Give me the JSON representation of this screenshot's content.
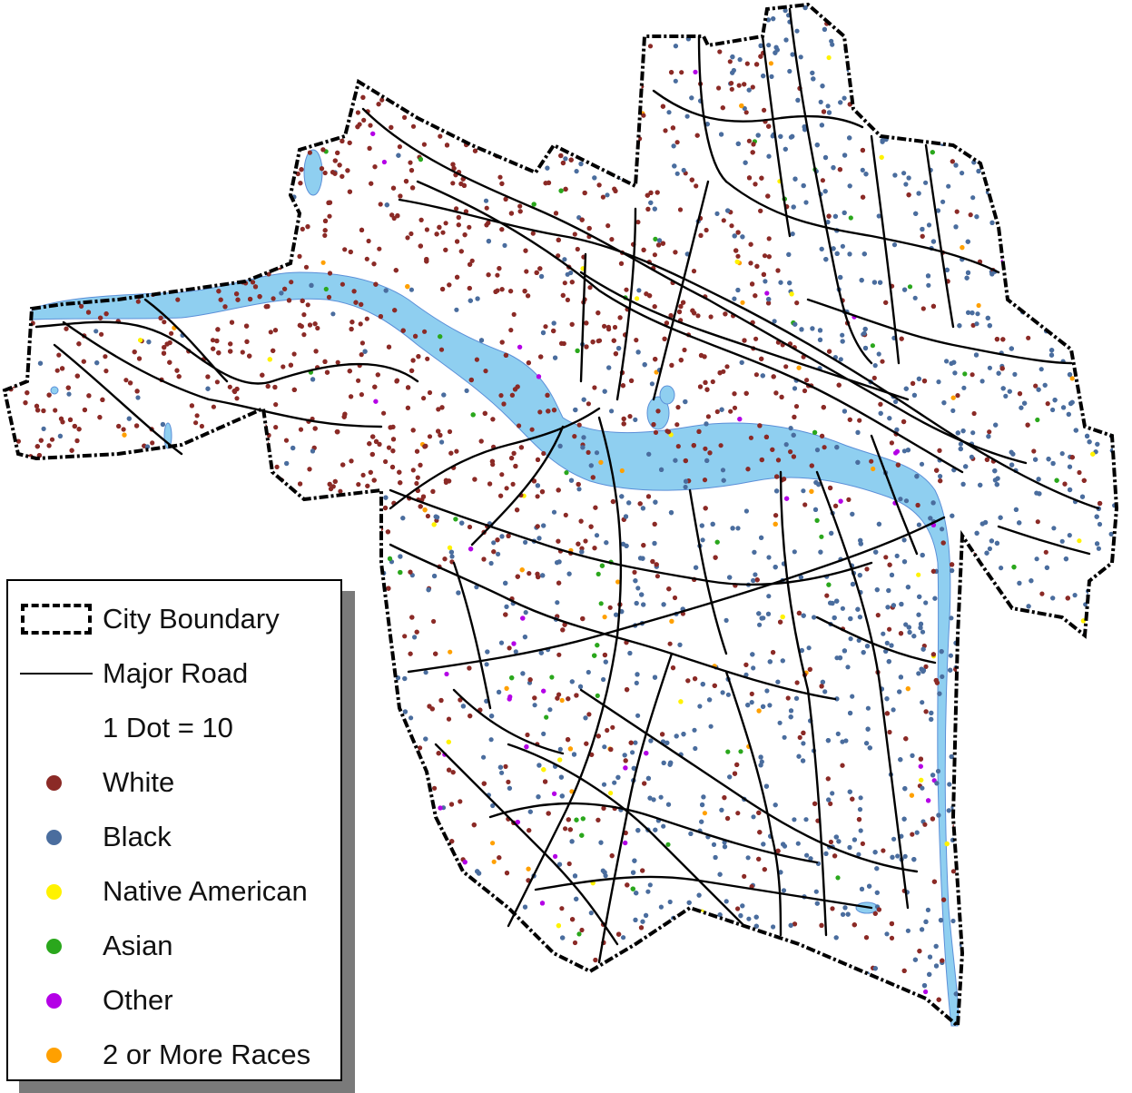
{
  "map": {
    "colors": {
      "white": "#8b2a26",
      "black": "#4a6d9e",
      "native_american": "#fff200",
      "asian": "#2aa71c",
      "other": "#b400e6",
      "multi": "#ffa000",
      "water": "#8fcff0",
      "road": "#000000"
    }
  },
  "legend": {
    "boundary_label": "City Boundary",
    "road_label": "Major Road",
    "dot_scale_label": "1 Dot = 10",
    "categories": [
      {
        "label": "White",
        "color": "#8b2a26"
      },
      {
        "label": "Black",
        "color": "#4a6d9e"
      },
      {
        "label": "Native American",
        "color": "#fff200"
      },
      {
        "label": "Asian",
        "color": "#2aa71c"
      },
      {
        "label": "Other",
        "color": "#b400e6"
      },
      {
        "label": "2 or More Races",
        "color": "#ffa000"
      }
    ]
  }
}
